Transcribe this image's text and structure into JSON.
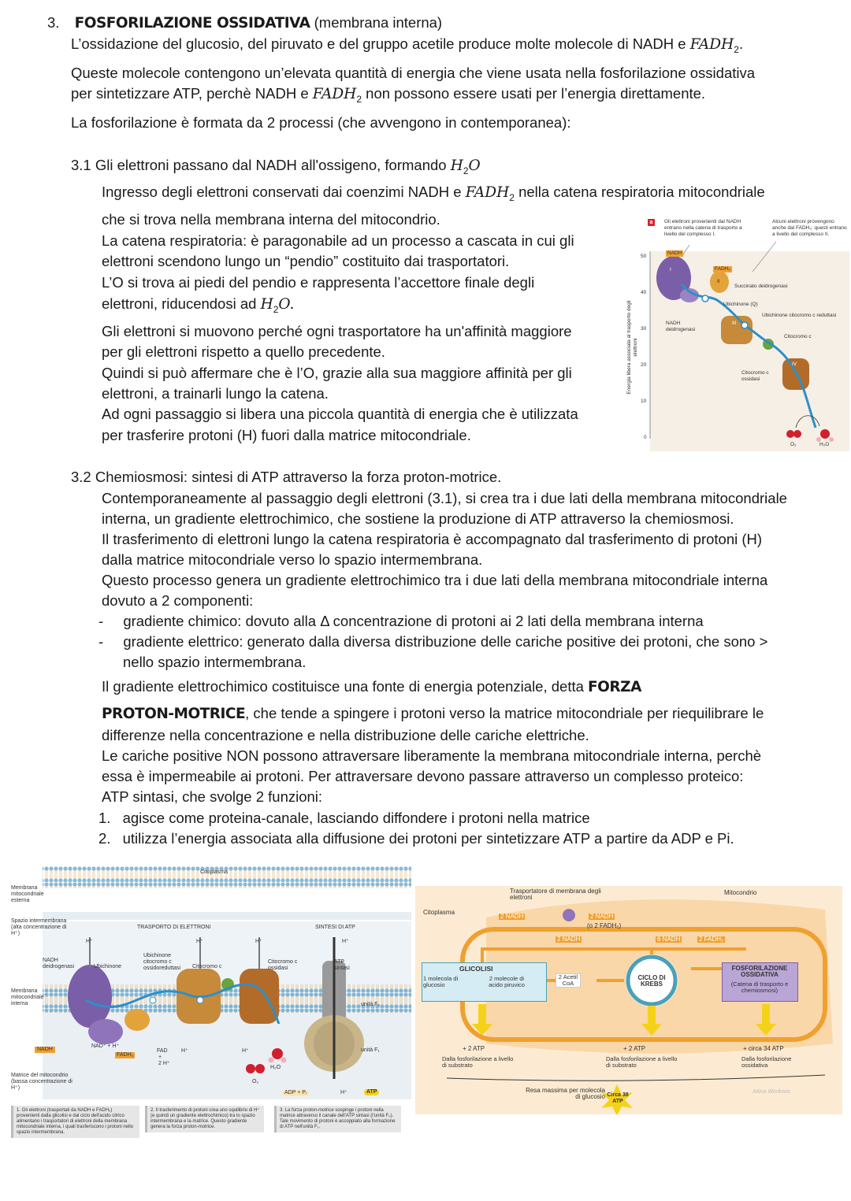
{
  "section": {
    "number": "3.",
    "title": "FOSFORILAZIONE OSSIDATIVA",
    "title_note": "(membrana interna)",
    "p1_a": "L’ossidazione del glucosio, del piruvato e del gruppo acetile produce molte molecole di NADH e",
    "p1_math": "FADH",
    "p1_sub": "2",
    "p1_end": ".",
    "p2_l1": "Queste molecole contengono un’elevata quantità di energia che viene usata nella fosforilazione ossidativa",
    "p2_l2a": "per sintetizzare ATP, perchè NADH e",
    "p2_math": "FADH",
    "p2_sub": "2",
    "p2_l2b": "non possono essere usati per l’energia direttamente.",
    "p3": "La fosforilazione è formata da 2 processi (che avvengono in contemporanea):"
  },
  "sub31": {
    "heading": "3.1 Gli elettroni passano dal NADH all'ossigeno, formando",
    "heading_math": "H",
    "heading_sub": "2",
    "heading_math2": "O",
    "l1a": "Ingresso degli elettroni conservati dai coenzimi NADH e",
    "l1_math": "FADH",
    "l1_sub": "2",
    "l1b": "nella catena respiratoria mitocondriale",
    "l2": "che si trova nella membrana interna del mitocondrio.",
    "l3": "La catena respiratoria: è paragonabile ad un processo a cascata in cui gli",
    "l4": "elettroni scendono lungo un “pendio” costituito dai trasportatori.",
    "l5": "L’O si trova ai piedi del pendio e rappresenta l’accettore finale degli",
    "l6a": "elettroni, riducendosi ad",
    "l6_math": "H",
    "l6_sub": "2",
    "l6_math2": "O.",
    "l7": "Gli elettroni si muovono perché ogni trasportatore ha un'affinità maggiore",
    "l8": "per gli elettroni rispetto a quello precedente.",
    "l9": "Quindi si può affermare che è l’O, grazie alla sua maggiore affinità per gli",
    "l10": "elettroni, a trainarli lungo la catena.",
    "l11": "Ad ogni passaggio si libera una piccola quantità di energia che è utilizzata",
    "l12": "per trasferire protoni (H) fuori dalla matrice mitocondriale."
  },
  "fig_a": {
    "badge": "a",
    "note_left": "Gli elettroni provenienti dal NADH entrano nella catena di trasporto a livello del complesso I.",
    "note_right": "Alcuni elettroni provengono anche dal FADH₂: questi entrano a livello del complesso II.",
    "y_axis_label": "Energia libera associata al trasporto degli elettroni",
    "y_ticks": [
      "50",
      "40",
      "30",
      "20",
      "10",
      "0"
    ],
    "labels": {
      "nadh": "NADH",
      "fadh2": "FADH₂",
      "succ": "Succinato deidrogenasi",
      "ubiq": "Ubichinone (Q)",
      "ubiq_red": "Ubichinone citocromo c reduttasi",
      "nadh_dh": "NADH deidrogenasi",
      "citc": "Citocromo c",
      "citc_ox": "Citocromo c ossidasi",
      "o2": "O₂",
      "h2o": "H₂O",
      "roman_i": "I",
      "roman_ii": "II",
      "roman_iii": "III",
      "roman_iv": "IV"
    }
  },
  "sub32": {
    "heading": "3.2 Chemiosmosi: sintesi di ATP attraverso la forza proton-motrice.",
    "l1": "Contemporaneamente al passaggio degli elettroni (3.1), si crea tra i due lati della membrana mitocondriale",
    "l2": "interna, un gradiente elettrochimico, che sostiene la produzione di ATP attraverso la chemiosmosi.",
    "l3": "Il trasferimento di elettroni lungo la catena respiratoria è accompagnato dal trasferimento di protoni (H)",
    "l4": "dalla matrice mitocondriale verso lo spazio intermembrana.",
    "l5": "Questo processo genera un gradiente elettrochimico tra i due lati della membrana mitocondriale interna",
    "l6": "dovuto a 2 componenti:",
    "bullet_mark": "-",
    "b1": "gradiente chimico: dovuto alla Δ concentrazione di protoni ai 2 lati della membrana interna",
    "b2a": "gradiente elettrico: generato dalla diversa distribuzione delle cariche positive dei protoni, che sono >",
    "b2b": "nello spazio intermembrana.",
    "l7a": "Il gradiente elettrochimico costituisce una fonte di energia potenziale, detta",
    "l7_hand": "FORZA",
    "l8_hand": "PROTON-MOTRICE",
    "l8b": ", che tende a spingere i protoni verso la matrice mitocondriale per riequilibrare le",
    "l9": "differenze nella concentrazione e nella distribuzione delle cariche elettriche.",
    "l10": "Le cariche positive NON possono attraversare liberamente la membrana mitocondriale interna, perchè",
    "l11": "essa è impermeabile ai protoni. Per attraversare devono passare attraverso un complesso proteico:",
    "l12": "ATP sintasi, che svolge 2 funzioni:",
    "n1_num": "1.",
    "n1": "agisce come proteina-canale, lasciando diffondere i protoni nella matrice",
    "n2_num": "2.",
    "n2": "utilizza l’energia associata alla diffusione dei protoni per sintetizzare ATP a partire da ADP e Pi."
  },
  "fig_mem": {
    "citoplasma": "Citoplasma",
    "membrana_esterna": "Membrana mitocondriale esterna",
    "spazio": "Spazio intermembrana (alta concentrazione di H⁺)",
    "membrana_interna": "Membrana mitocondriale interna",
    "matrice": "Matrice del mitocondrio (bassa concentrazione di H⁺)",
    "trasporto": "TRASPORTO DI ELETTRONI",
    "sintesi": "SINTESI DI ATP",
    "nadh_dh": "NADH deidrogenasi",
    "ubichinone": "Ubichinone",
    "ubiq_red": "Ubichinone citocromo c ossidoreduttasi",
    "citc": "Citocromo c",
    "citc_ox": "Citocromo c ossidasi",
    "atp_sint": "ATP sintasi",
    "unita_f0": "unità F₀",
    "unita_f1": "unità F₁",
    "nadh": "NADH",
    "nad_h": "NAD⁺ + H⁺",
    "fadh2": "FADH₂",
    "fad": "FAD",
    "h2o": "H₂O",
    "o2": "O₂",
    "adp_pi": "ADP + Pᵢ",
    "atp": "ATP",
    "h": "H⁺",
    "two_h": "2 H⁺",
    "plus": "+",
    "cap1": "1. Gli elettroni (trasportati da NADH e FADH₂) provenienti dalla glicolisi e dal ciclo dell'acido citrico alimentano i trasportatori di elettroni della membrana mitocondriale interna, i quali trasferiscono i protoni nello spazio intermembrana.",
    "cap2": "2. Il trasferimento di protoni crea uno squilibrio di H⁺ (e quindi un gradiente elettrochimico) tra lo spazio intermembrana e la matrice. Questo gradiente genera la forza proton-motrice.",
    "cap3": "3. La forza proton-motrice sospinge i protoni nella matrice attraverso il canale dell'ATP sintasi (l'unità F₀). Tale movimento di protoni è accoppiato alla formazione di ATP nell'unità F₁."
  },
  "fig_flow": {
    "trasportatore": "Trasportatore di membrana degli elettroni",
    "mitocondrio": "Mitocondrio",
    "citoplasma": "Citoplasma",
    "nadh_2": "2 NADH",
    "nadh_2b": "2 NADH",
    "nadh_2c": "2 NADH",
    "fadh_alt": "(o 2 FADH₂)",
    "nadh_6": "6 NADH",
    "fadh2_2": "2 FADH₂",
    "glicolisi": "GLICOLISI",
    "glic_left": "1 molecola di glucosio",
    "glic_right": "2 molecole di acido piruvico",
    "acetil": "2 Acetil CoA",
    "krebs": "CICLO DI KREBS",
    "fosfo": "FOSFORILAZIONE OSSIDATIVA",
    "fosfo_sub": "(Catena di trasporto e chemiosmosi)",
    "atp1": "+ 2 ATP",
    "atp2": "+ 2 ATP",
    "atp3": "+ circa 34 ATP",
    "src1": "Dalla fosforilazione a livello di substrato",
    "src2": "Dalla fosforilazione a livello di substrato",
    "src3": "Dalla fosforilazione ossidativa",
    "resa": "Resa massima per molecola di glucosio",
    "circa": "Circa 38 ATP",
    "watermark": "Attiva Windows"
  },
  "colors": {
    "orange": "#f0a030",
    "yellow_arrow": "#f5d21a",
    "purple_box": "#b9a6d6",
    "teal": "#4aa0b8",
    "membrane_blue": "#7fb6d9"
  }
}
